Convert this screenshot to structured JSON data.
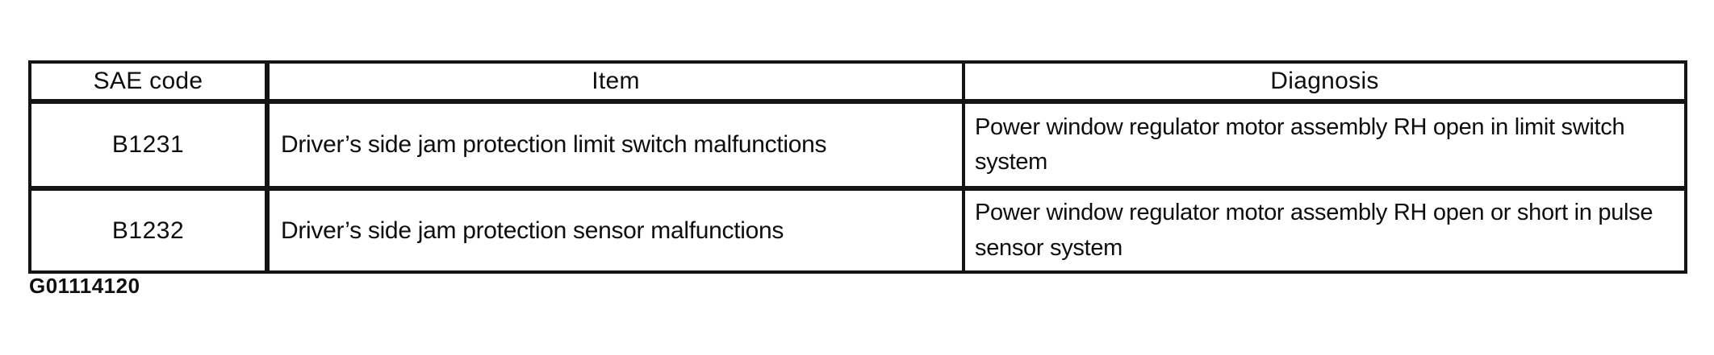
{
  "table": {
    "headers": [
      "SAE code",
      "Item",
      "Diagnosis"
    ],
    "rows": [
      {
        "sae_code": "B1231",
        "item": "Driver’s side jam protection limit switch malfunctions",
        "diagnosis": "Power window regulator motor assembly RH open in limit switch system"
      },
      {
        "sae_code": "B1232",
        "item": "Driver’s side jam protection sensor malfunctions",
        "diagnosis": "Power window regulator motor assembly RH open or short in pulse sensor system"
      }
    ]
  },
  "footer": {
    "figure_code": "G01114120"
  }
}
